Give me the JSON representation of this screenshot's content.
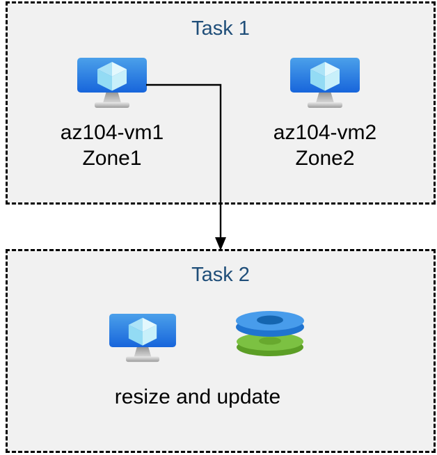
{
  "task1": {
    "title": "Task 1",
    "vm1": {
      "name": "az104-vm1",
      "zone": "Zone1"
    },
    "vm2": {
      "name": "az104-vm2",
      "zone": "Zone2"
    }
  },
  "task2": {
    "title": "Task 2",
    "caption": "resize and update"
  },
  "icons": {
    "vm": "virtual-machine-icon",
    "disks": "managed-disks-icon",
    "arrow": "flow-arrow-down-icon"
  },
  "colors": {
    "title_text": "#1F4E79",
    "label_text": "#000000",
    "box_bg": "#F1F1F1",
    "box_border": "#000000",
    "arrow": "#000000",
    "vm_screen_top": "#4BA0EA",
    "vm_screen_bottom": "#1765DB",
    "cube_top_left": "#ACE3F7",
    "cube_top_right": "#E3F8FD",
    "cube_left": "#93DBF4",
    "cube_right": "#C8F0FA",
    "stand_top": "#8F8F8F",
    "stand_bottom": "#D8D8D8",
    "base_top": "#E8E8E8",
    "base_bottom": "#9C9C9C",
    "disk_blue_top": "#489CEB",
    "disk_blue_side": "#2074D0",
    "disk_blue_hole": "#1565B0",
    "disk_green_top": "#7CC142",
    "disk_green_side": "#5C9E26",
    "disk_green_hole": "#68A92E"
  }
}
